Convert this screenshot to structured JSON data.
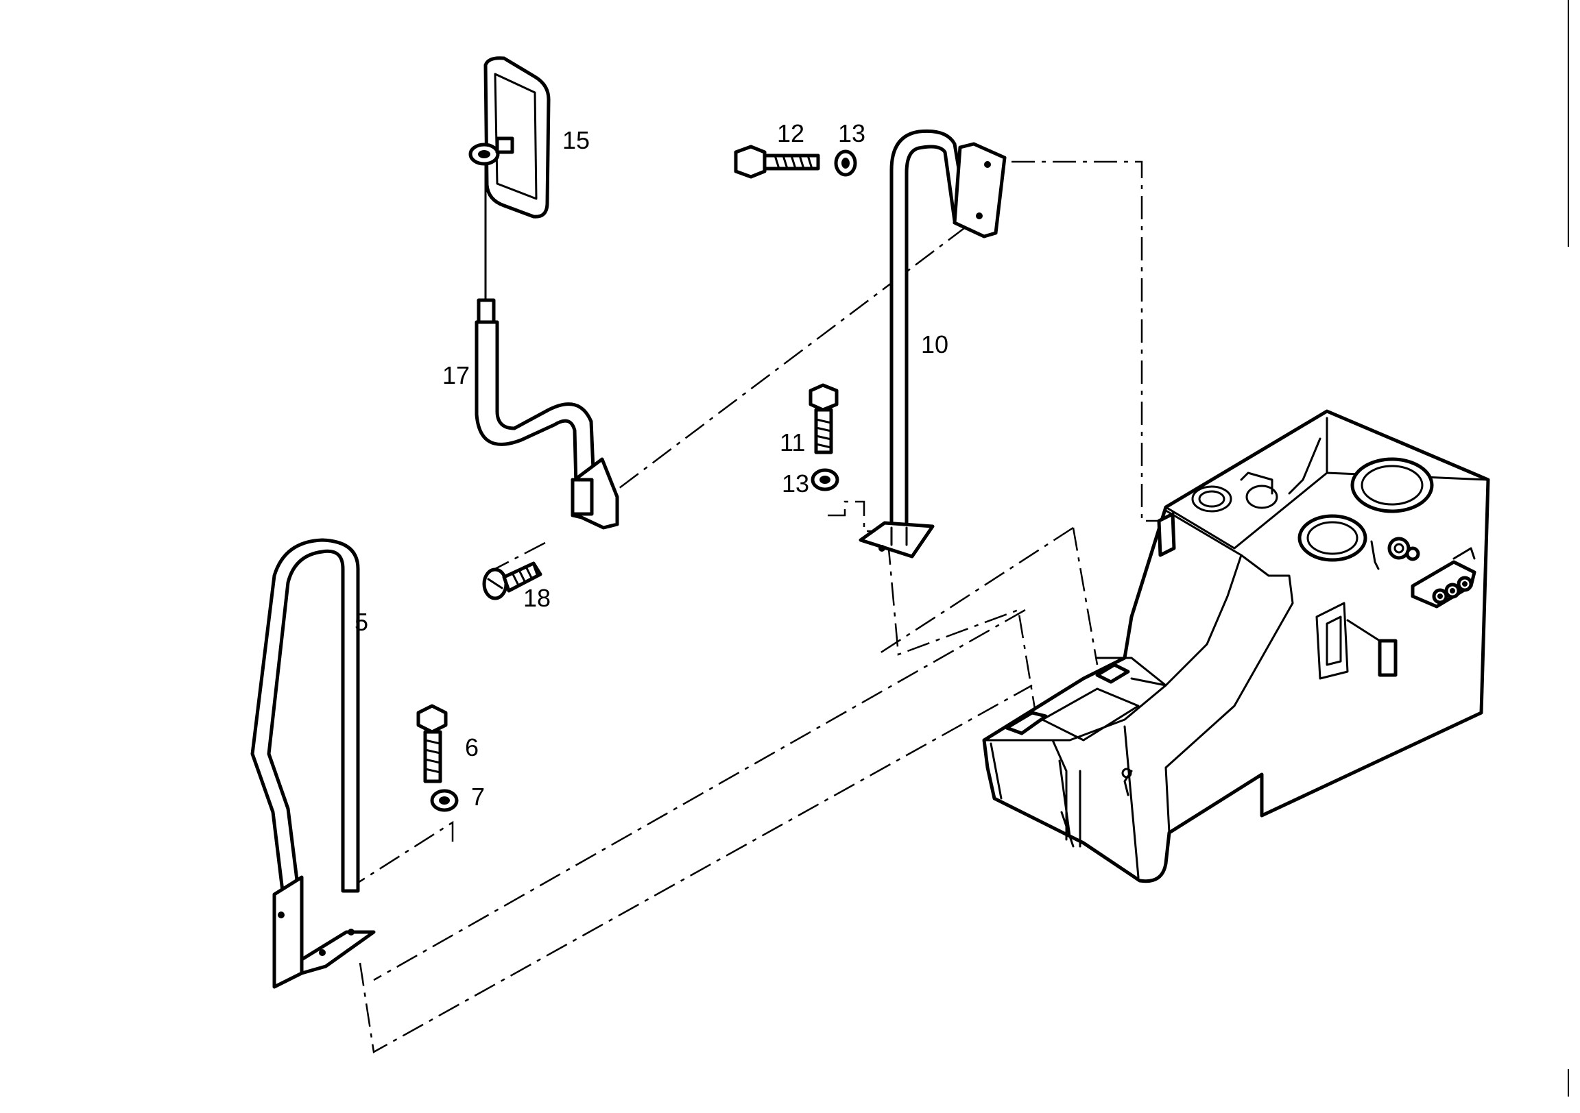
{
  "diagram": {
    "callouts": {
      "c5": "5",
      "c6": "6",
      "c7": "7",
      "c10": "10",
      "c11": "11",
      "c12": "12",
      "c13a": "13",
      "c13b": "13",
      "c15": "15",
      "c17": "17",
      "c18": "18"
    },
    "colors": {
      "ink": "#000000",
      "paper": "#ffffff"
    }
  }
}
